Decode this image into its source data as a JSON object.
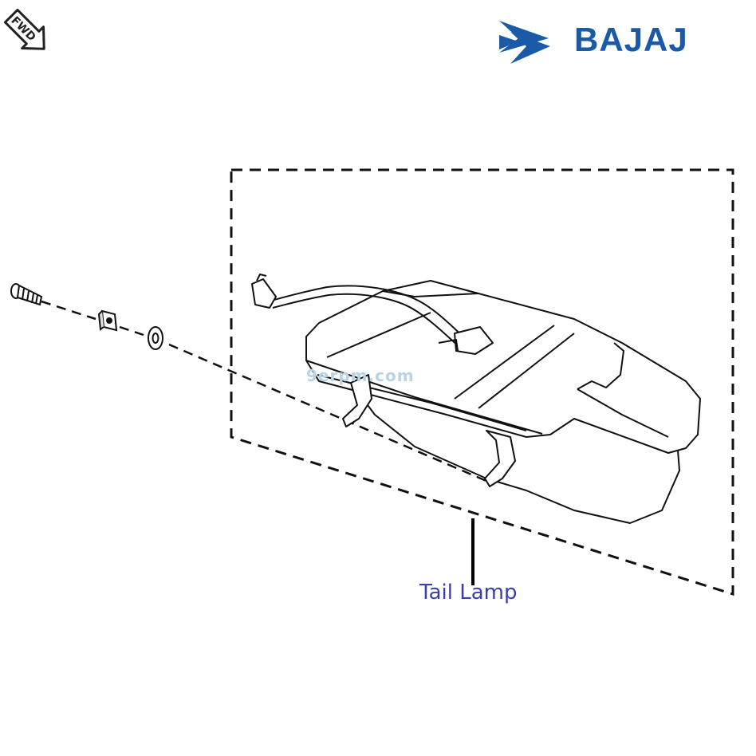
{
  "brand": {
    "name": "BAJAJ",
    "color": "#1b5aa6",
    "icon": "bajaj-logo-icon"
  },
  "direction_badge": {
    "text": "FWD",
    "icon": "forward-arrow-icon"
  },
  "watermark": {
    "text": "9erpm.com",
    "color": "#b9d3e6"
  },
  "parts": [
    {
      "name": "screw",
      "icon": "screw-icon"
    },
    {
      "name": "nut",
      "icon": "nut-icon"
    },
    {
      "name": "washer",
      "icon": "washer-icon"
    },
    {
      "name": "tail-lamp-assembly",
      "icon": "tail-lamp-icon"
    }
  ],
  "callout": {
    "label": "Tail Lamp",
    "color": "#3b3fa6"
  }
}
